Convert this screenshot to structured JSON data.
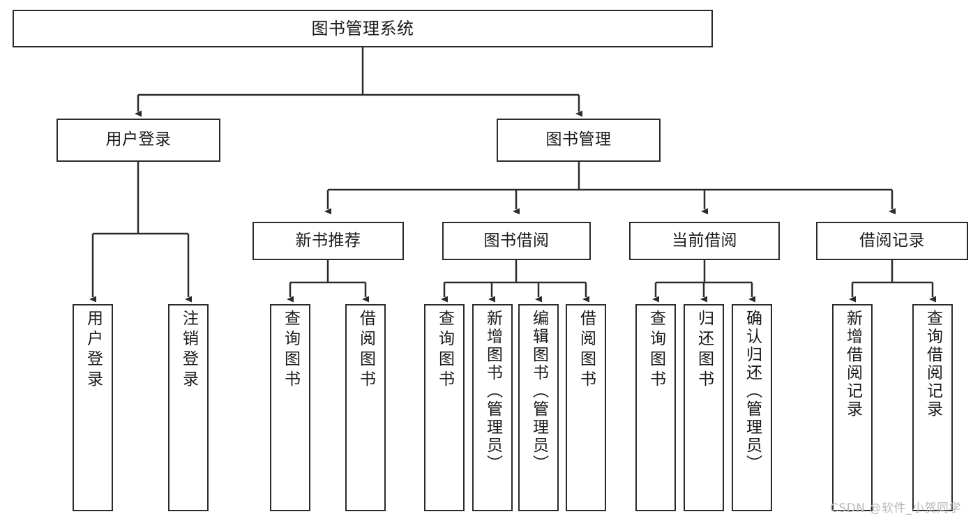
{
  "diagram": {
    "type": "tree-hierarchy-chart",
    "title": "图书管理系统",
    "line_color": "#2b2b2b",
    "box_fill": "#ffffff",
    "text_color": "#1a1a1a",
    "watermark": "CSDN @软件_小贺同学",
    "root": {
      "label": "图书管理系统"
    },
    "level2": [
      {
        "label": "用户登录"
      },
      {
        "label": "图书管理"
      }
    ],
    "level3": [
      {
        "label": "新书推荐"
      },
      {
        "label": "图书借阅"
      },
      {
        "label": "当前借阅"
      },
      {
        "label": "借阅记录"
      }
    ],
    "leaves": {
      "user_login": [
        {
          "label": "用户登录"
        },
        {
          "label": "注销登录"
        }
      ],
      "new_book_recommend": [
        {
          "label": "查询图书"
        },
        {
          "label": "借阅图书"
        }
      ],
      "book_borrow": [
        {
          "label": "查询图书"
        },
        {
          "label": "新增图书（管理员）"
        },
        {
          "label": "编辑图书（管理员）"
        },
        {
          "label": "借阅图书"
        }
      ],
      "current_borrow": [
        {
          "label": "查询图书"
        },
        {
          "label": "归还图书"
        },
        {
          "label": "确认归还（管理员）"
        }
      ],
      "borrow_record": [
        {
          "label": "新增借阅记录"
        },
        {
          "label": "查询借阅记录"
        }
      ]
    }
  }
}
